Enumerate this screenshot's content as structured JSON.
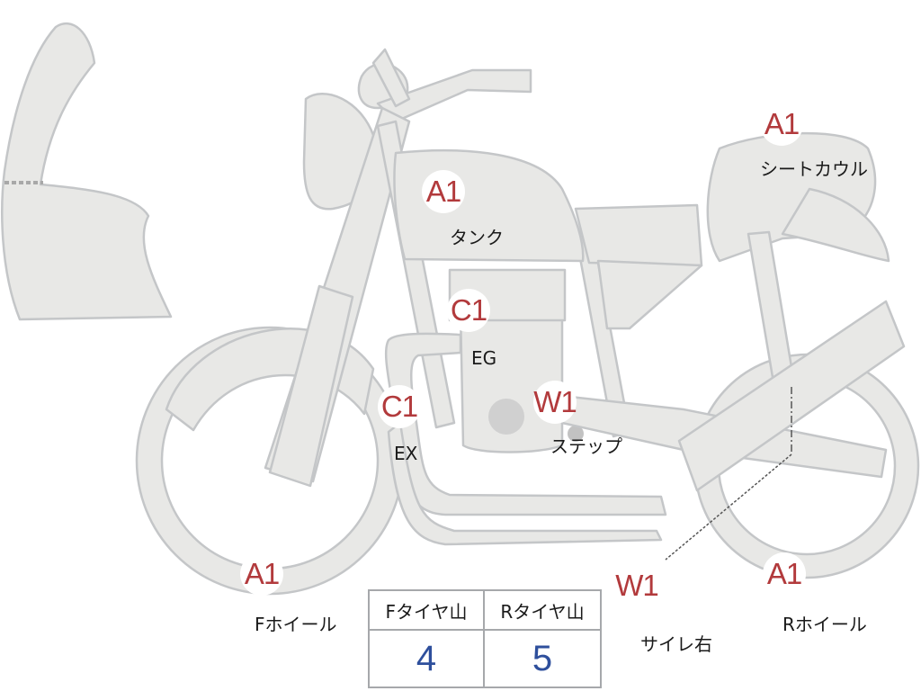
{
  "parts": [
    {
      "code": "A1",
      "label": "タンク"
    },
    {
      "code": "A1",
      "label": "シートカウル"
    },
    {
      "code": "C1",
      "label": "EG"
    },
    {
      "code": "C1",
      "label": "EX"
    },
    {
      "code": "W1",
      "label": "ステップ"
    },
    {
      "code": "W1",
      "label": "サイレ右"
    },
    {
      "code": "A1",
      "label": "Fホイール"
    },
    {
      "code": "A1",
      "label": "Rホイール"
    }
  ],
  "tire_table": {
    "headers": [
      "Fタイヤ山",
      "Rタイヤ山"
    ],
    "values": [
      "4",
      "5"
    ]
  },
  "colors": {
    "part_fill": "#e8e8e6",
    "part_stroke": "#c4c6c8",
    "badge_text": "#b23a3c",
    "value_text": "#2e4f9c"
  }
}
